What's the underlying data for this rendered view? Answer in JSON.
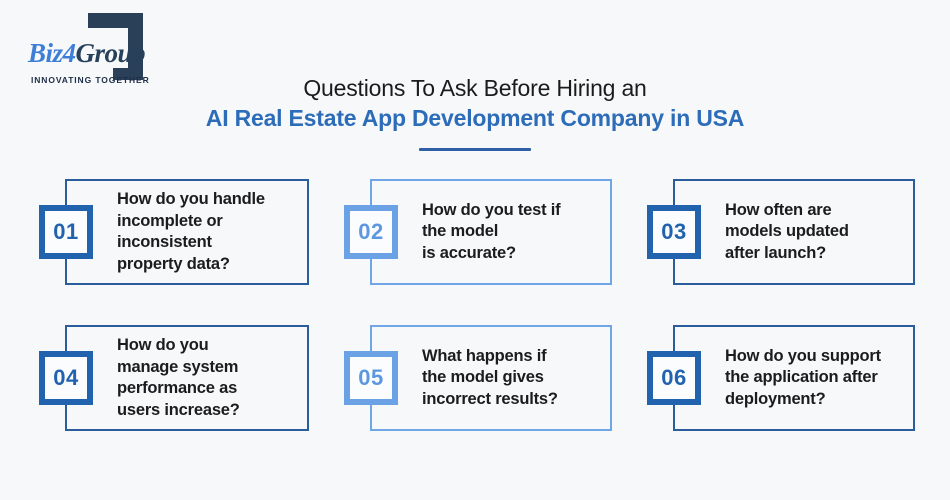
{
  "page": {
    "background": "#f6f8fa"
  },
  "logo": {
    "name": "Biz4Group",
    "part_biz": "Biz",
    "part_four": "4",
    "part_group": "Group",
    "tagline": "INNOVATING TOGETHER"
  },
  "header": {
    "title_line1": "Questions To Ask Before Hiring an",
    "title_line2": "AI Real Estate App Development Company in USA"
  },
  "theme": {
    "background": "#f6f8fa",
    "title_text": "#1a1b1d",
    "title_accent": "#2d6cb8",
    "divider": "#2e5fa7",
    "dark_card_border": "#2b5c9c",
    "dark_badge_blue": "#2163ae",
    "light_card_border": "#71a6e6",
    "light_badge_blue": "#6ba2e5",
    "light_number_blue": "#5d97e0",
    "question_text": "#1b1c1e",
    "logo_navy": "#2a3f58",
    "logo_blue": "#3e7ed8"
  },
  "cards": [
    {
      "number": "01",
      "variant": "dark",
      "question": "How do you handle incomplete or inconsistent property data?",
      "lines": [
        "How do you handle",
        "incomplete or",
        "inconsistent",
        "property data?"
      ]
    },
    {
      "number": "02",
      "variant": "light",
      "question": "How do you test if the model is accurate?",
      "lines": [
        "How do you test if",
        "the model",
        "is accurate?"
      ]
    },
    {
      "number": "03",
      "variant": "dark",
      "question": "How often are models updated after launch?",
      "lines": [
        "How often are",
        "models updated",
        "after launch?"
      ]
    },
    {
      "number": "04",
      "variant": "dark",
      "question": "How do you manage system performance as users increase?",
      "lines": [
        "How do you",
        "manage system",
        "performance as",
        "users increase?"
      ]
    },
    {
      "number": "05",
      "variant": "light",
      "question": "What happens if the model gives incorrect results?",
      "lines": [
        "What happens if",
        "the model gives",
        "incorrect results?"
      ]
    },
    {
      "number": "06",
      "variant": "dark",
      "question": "How do you support the application after deployment?",
      "lines": [
        "How do you support",
        "the application after",
        "deployment?"
      ]
    }
  ]
}
